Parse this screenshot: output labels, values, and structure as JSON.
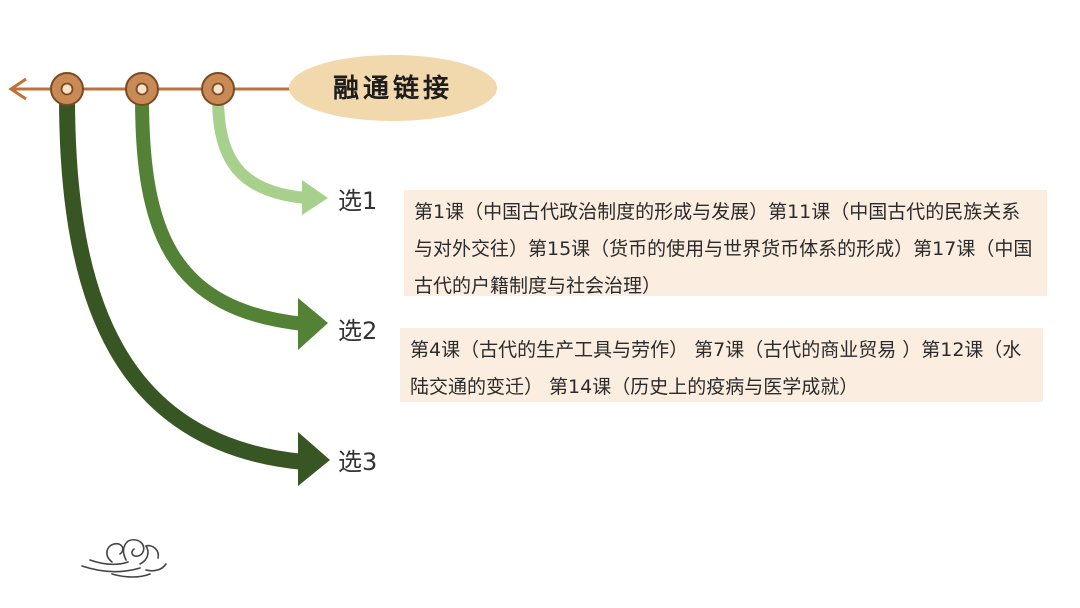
{
  "header": {
    "title": "融通链接"
  },
  "branches": [
    {
      "label": "选1",
      "color": "#a8d08d"
    },
    {
      "label": "选2",
      "color": "#538135"
    },
    {
      "label": "选3",
      "color": "#375623"
    }
  ],
  "courses": [
    {
      "text": "第1课（中国古代政治制度的形成与发展）第11课（中国古代的民族关系与对外交往）第15课（货币的使用与世界货币体系的形成）第17课（中国古代的户籍制度与社会治理）"
    },
    {
      "text": "第4课（古代的生产工具与劳作） 第7课（古代的商业贸易 ）第12课（水陆交通的变迁） 第14课（历史上的疫病与医学成就）"
    }
  ],
  "colors": {
    "timeline": "#c0703a",
    "node_fill": "#c98a55",
    "title_bg": "#f2d8ad",
    "box_bg": "#fbeee0"
  },
  "icons": {
    "timeline_arrow": "arrow-left-icon",
    "decoration": "cloud-swirl-icon"
  }
}
